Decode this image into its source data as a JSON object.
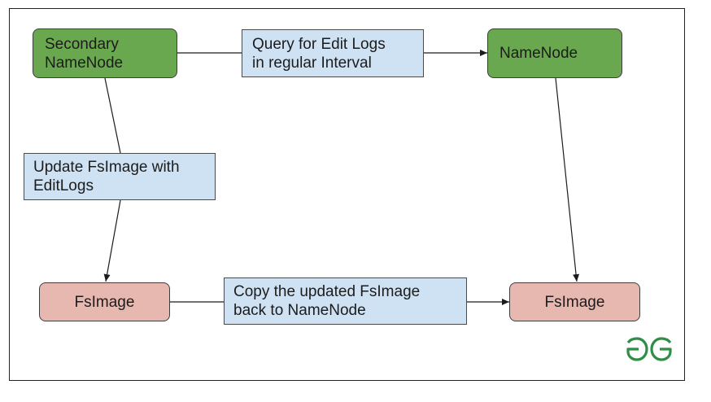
{
  "diagram": {
    "nodes": {
      "secondary_namenode": {
        "label": "Secondary\nNameNode",
        "color": "#6aa84f"
      },
      "namenode": {
        "label": "NameNode",
        "color": "#6aa84f"
      },
      "fsimage_left": {
        "label": "FsImage",
        "color": "#e6b8af"
      },
      "fsimage_right": {
        "label": "FsImage",
        "color": "#e6b8af"
      }
    },
    "edge_labels": {
      "query": "Query for Edit Logs\nin regular Interval",
      "update": "Update FsImage with\nEditLogs",
      "copy": "Copy the updated FsImage\nback to NameNode"
    },
    "label_color": "#cfe2f3",
    "edges": [
      {
        "from": "secondary_namenode",
        "to": "namenode",
        "label": "query",
        "arrow": true
      },
      {
        "from": "secondary_namenode",
        "to": "fsimage_left",
        "label": "update",
        "arrow": true
      },
      {
        "from": "fsimage_left",
        "to": "fsimage_right",
        "label": "copy",
        "arrow": true
      },
      {
        "from": "namenode",
        "to": "fsimage_right",
        "arrow": true
      }
    ],
    "logo": {
      "text": "GG",
      "color": "#2f8d46",
      "icon": "gfg-logo-icon"
    }
  }
}
